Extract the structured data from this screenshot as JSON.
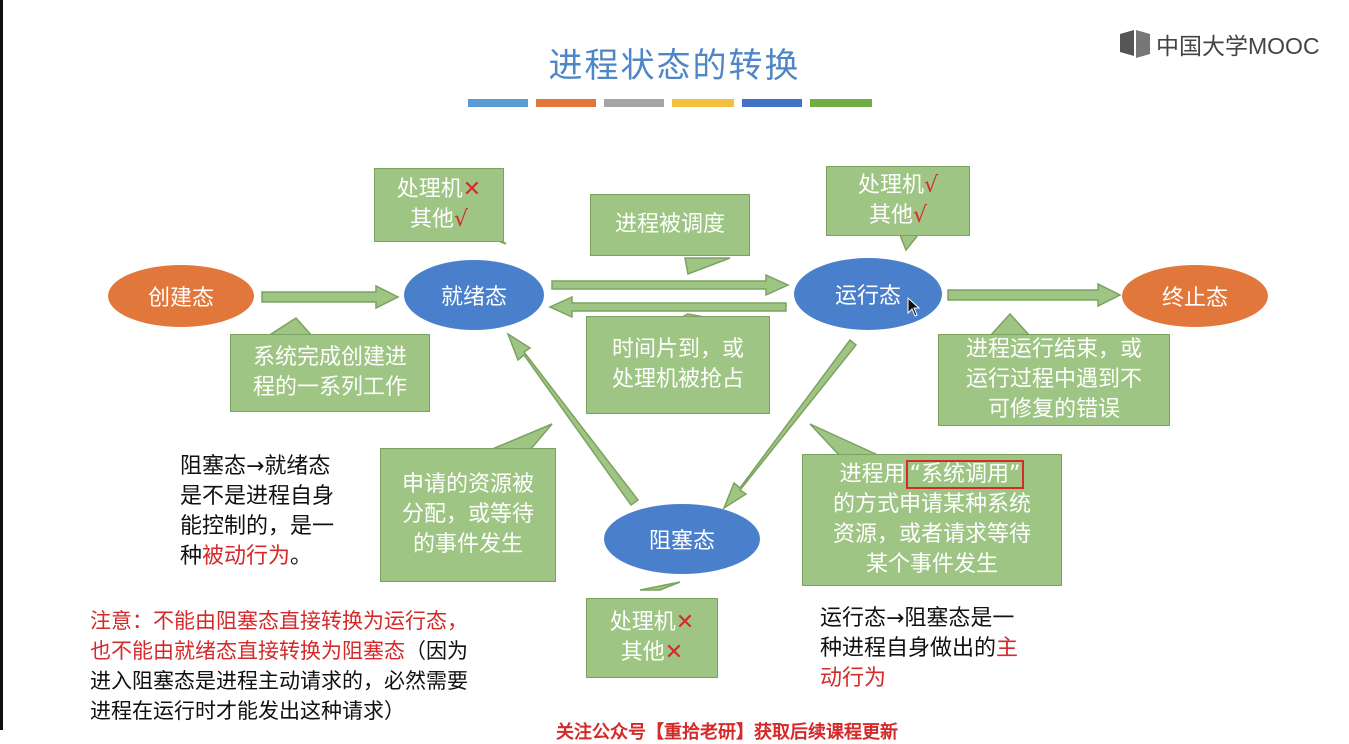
{
  "title": "进程状态的转换",
  "logo_text": "中国大学MOOC",
  "palette": [
    "#5b9bd5",
    "#e2773c",
    "#a5a5a5",
    "#f3c040",
    "#4472c4",
    "#70ad47"
  ],
  "states": {
    "created": "创建态",
    "ready": "就绪态",
    "running": "运行态",
    "terminated": "终止态",
    "blocked": "阻塞态"
  },
  "callouts": {
    "ready_resources": {
      "line1": "处理机",
      "mark1": "✕",
      "line2": "其他",
      "mark2": "√"
    },
    "running_resources": {
      "line1": "处理机",
      "mark1": "√",
      "line2": "其他",
      "mark2": "√"
    },
    "blocked_resources": {
      "line1": "处理机",
      "mark1": "✕",
      "line2": "其他",
      "mark2": "✕"
    },
    "scheduled": "进程被调度",
    "create_done": {
      "line1": "系统完成创建进",
      "line2": "程的一系列工作"
    },
    "timeslice": {
      "line1": "时间片到，或",
      "line2": "处理机被抢占"
    },
    "terminate": {
      "line1": "进程运行结束，或",
      "line2": "运行过程中遇到不",
      "line3": "可修复的错误"
    },
    "resource_allocated": {
      "line1": "申请的资源被",
      "line2": "分配，或等待",
      "line3": "的事件发生"
    },
    "syscall": {
      "line1_pre": "进程用",
      "line1_hl": "“系统调用”",
      "line2": "的方式申请某种系统",
      "line3": "资源，或者请求等待",
      "line4": "某个事件发生"
    }
  },
  "notes": {
    "passive": {
      "line1": "阻塞态→就绪态",
      "line2": "是不是进程自身",
      "line3": "能控制的，是一",
      "line4_pre": "种",
      "line4_red": "被动行为",
      "line4_post": "。"
    },
    "active": {
      "line1": "运行态→阻塞态是一",
      "line2_pre": "种进程自身做出的",
      "line2_red": "主",
      "line3_red": "动行为"
    },
    "warning": {
      "line1": "注意：不能由阻塞态直接转换为运行态，",
      "line2_red": "也不能由就绪态直接转换为阻塞态",
      "line2_black": "（因为",
      "line3": "进入阻塞态是进程主动请求的，必然需要",
      "line4": "进程在运行时才能发出这种请求）"
    },
    "bottom": "关注公众号【重拾老研】获取后续课程更新"
  }
}
